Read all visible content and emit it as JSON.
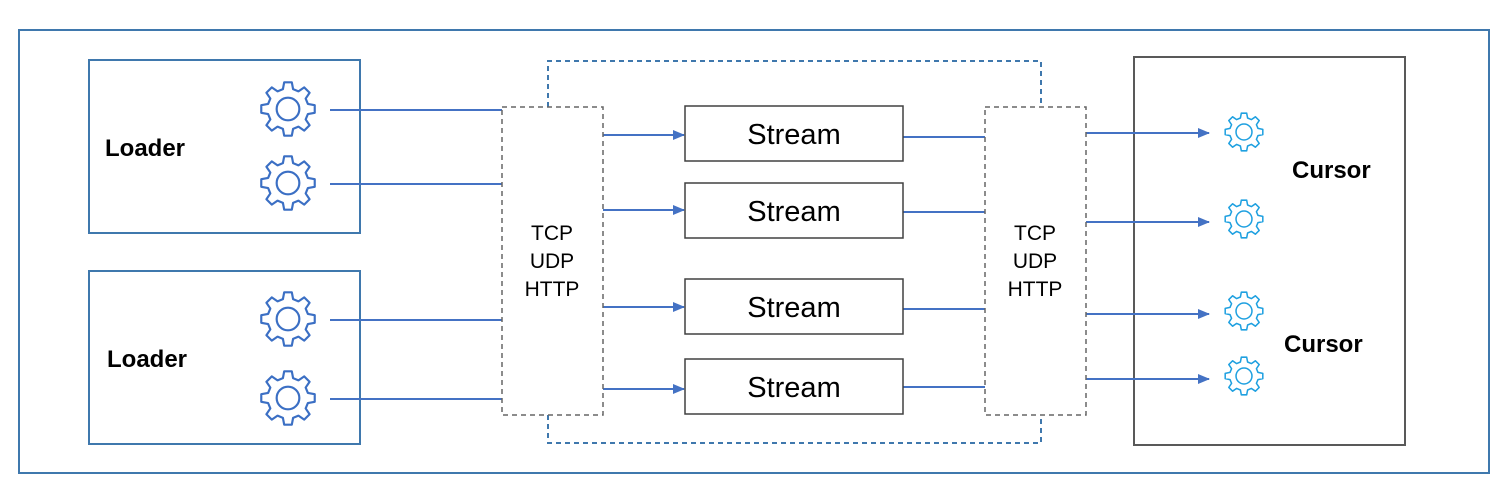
{
  "colors": {
    "frame": "#3f78ad",
    "connector": "#4472c4",
    "dashed_outline": "#666666",
    "stream_border": "#404040",
    "cursor_box": "#595959",
    "loader_gear": "#3b6fc4",
    "cursor_gear": "#1ea0e0"
  },
  "loaders": [
    {
      "label": "Loader",
      "gears": [
        "gear-icon",
        "gear-icon"
      ]
    },
    {
      "label": "Loader",
      "gears": [
        "gear-icon",
        "gear-icon"
      ]
    }
  ],
  "protocol_left": {
    "lines": [
      "TCP",
      "UDP",
      "HTTP"
    ]
  },
  "protocol_right": {
    "lines": [
      "TCP",
      "UDP",
      "HTTP"
    ]
  },
  "streams": [
    {
      "label": "Stream"
    },
    {
      "label": "Stream"
    },
    {
      "label": "Stream"
    },
    {
      "label": "Stream"
    }
  ],
  "cursors": [
    {
      "label": "Cursor",
      "gears": [
        "gear-icon",
        "gear-icon"
      ]
    },
    {
      "label": "Cursor",
      "gears": [
        "gear-icon",
        "gear-icon"
      ]
    }
  ]
}
